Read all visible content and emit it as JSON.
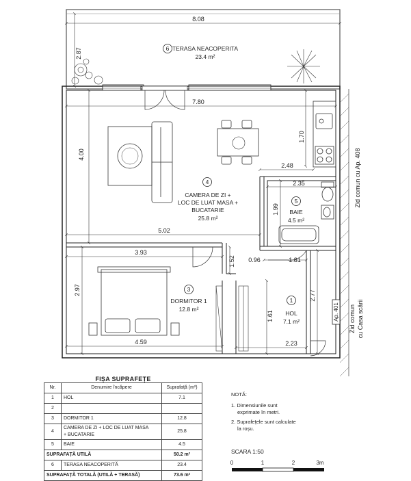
{
  "rooms": [
    {
      "num": "6",
      "name": "TERASA NEACOPERITA",
      "area": "23.4 m²"
    },
    {
      "num": "4",
      "name_lines": [
        "CAMERA DE ZI +",
        "LOC DE LUAT MASA +",
        "BUCATARIE"
      ],
      "area": "25.8 m²"
    },
    {
      "num": "5",
      "name": "BAIE",
      "area": "4.5 m²"
    },
    {
      "num": "3",
      "name": "DORMITOR 1",
      "area": "12.8 m²"
    },
    {
      "num": "1",
      "name": "HOL",
      "area": "7.1 m²"
    }
  ],
  "dimensions": {
    "terrace_width": "8.08",
    "terrace_depth": "2.87",
    "living_width": "7.80",
    "living_depth": "4.00",
    "kitchen_depth": "1.70",
    "bath_offset": "2.48",
    "bath_width": "2.35",
    "bath_depth": "1.99",
    "bedroom_wall": "5.02",
    "bedroom_width": "3.93",
    "corridor": "1.52",
    "hall_offset": "0.96",
    "hall_width": "1.81",
    "hall_depth": "2.77",
    "bedroom_depth": "2.97",
    "hall_inner": "1.61",
    "bedroom_bottom": "4.59",
    "hall_bottom": "2.23"
  },
  "labels": {
    "wall_408": "Zid comun cu Ap. 408",
    "wall_stair_1": "Zid comun",
    "wall_stair_2": "cu Casa scării",
    "ap401": "Ap. 401"
  },
  "table": {
    "title": "FIȘA SUPRAFEȚE",
    "headers": [
      "Nr.",
      "Denumire încăpere",
      "Suprafață (m²)"
    ],
    "rows": [
      {
        "nr": "1",
        "name": "HOL",
        "area": "7.1"
      },
      {
        "nr": "2",
        "name": "",
        "area": ""
      },
      {
        "nr": "3",
        "name": "DORMITOR 1",
        "area": "12.8"
      },
      {
        "nr": "4",
        "name_lines": [
          "CAMERA DE ZI + LOC DE LUAT MASA",
          "+ BUCATARIE"
        ],
        "area": "25.8"
      },
      {
        "nr": "5",
        "name": "BAIE",
        "area": "4.5"
      }
    ],
    "util_label": "SUPRAFAȚĂ UTILĂ",
    "util_value": "50.2 m²",
    "terrace_row": {
      "nr": "6",
      "name": "TERASA NEACOPERITĂ",
      "area": "23.4"
    },
    "total_label": "SUPRAFAȚĂ TOTALĂ (UTILĂ + TERASĂ)",
    "total_value": "73.6 m²"
  },
  "notes": {
    "title": "NOTĂ:",
    "n1a": "1. Dimensiunile sunt",
    "n1b": "exprimate în metri.",
    "n2a": "2. Suprafețele sunt calculate",
    "n2b": "la roșu."
  },
  "scale": {
    "title": "SCARA 1:50",
    "ticks": [
      "0",
      "1",
      "2",
      "3m"
    ]
  }
}
